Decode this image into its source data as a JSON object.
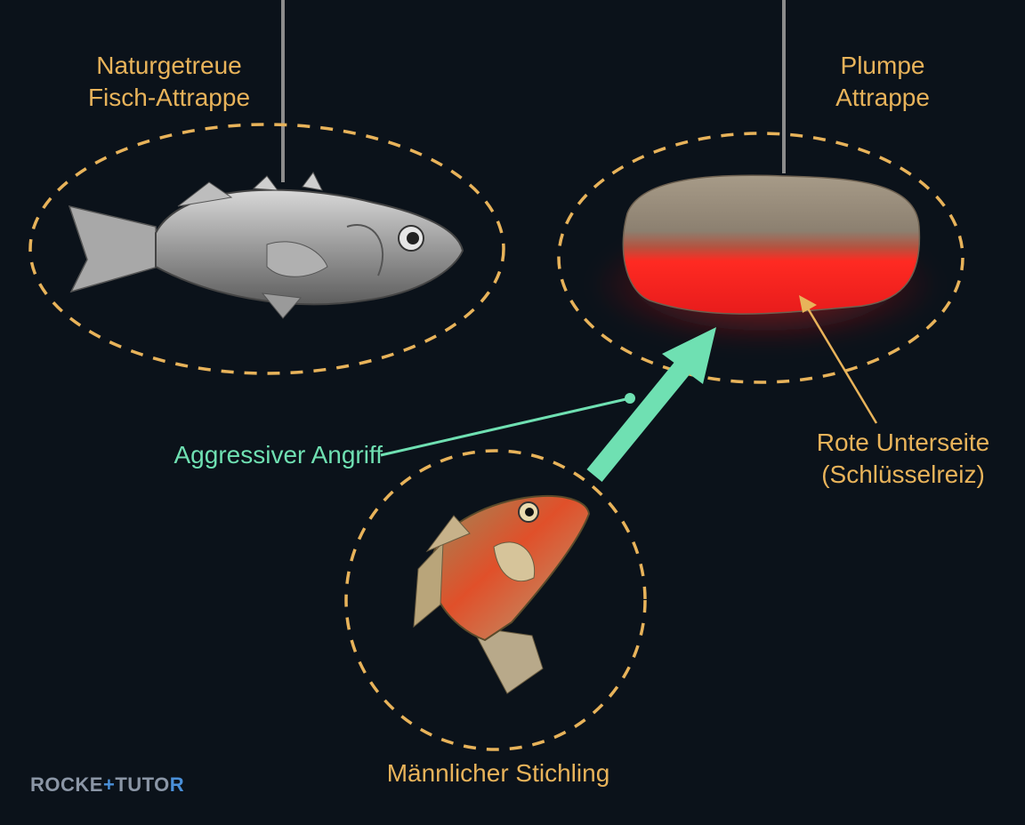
{
  "labels": {
    "realistic_dummy": "Naturgetreue\nFisch-Attrappe",
    "blob_dummy": "Plumpe\nAttrappe",
    "red_underside": "Rote Unterseite\n(Schlüsselreiz)",
    "aggressive_attack": "Aggressiver Angriff",
    "male_stickleback": "Männlicher Stichling"
  },
  "brand": {
    "part1": "ROCKE",
    "part2": "+",
    "part3": "TUTO",
    "part4": "R"
  },
  "colors": {
    "background": "#0b121a",
    "label": "#e8b35a",
    "attack": "#6fe0b2",
    "red_glow": "#ff2a2a"
  },
  "icons": [
    "hanging-wire",
    "realistic-fish-dummy",
    "blob-dummy",
    "stickleback-fish",
    "attack-arrow"
  ]
}
